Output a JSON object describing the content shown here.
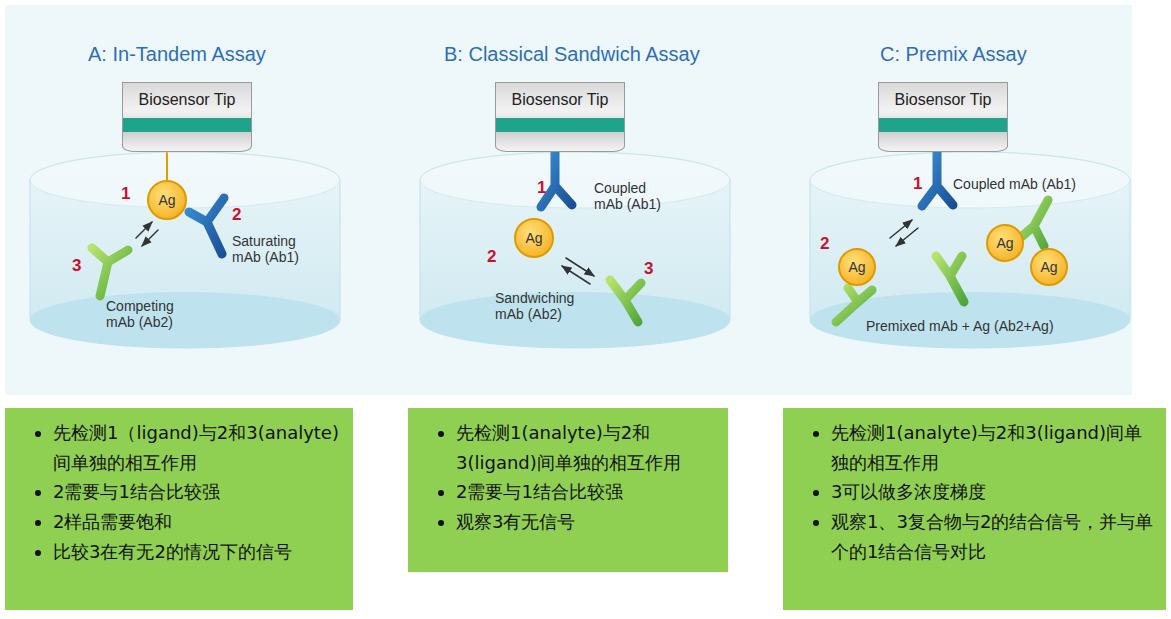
{
  "diagram": {
    "nodes": [
      {
        "text": [
          "Biosensor Tip"
        ]
      },
      {
        "text": [
          "Ag"
        ]
      },
      {
        "text": [
          "Biosensor Tip"
        ]
      },
      {
        "text": [
          "Ag"
        ]
      },
      {
        "text": [
          "Biosensor Tip"
        ]
      },
      {
        "text": [
          "Ag"
        ]
      },
      {
        "text": [
          "Ag"
        ]
      },
      {
        "text": [
          "Ag"
        ]
      },
      {
        "text": [
          "先检测1（ligand)与2和3(analyte)间单独的相互作用",
          "2需要与1结合比较强",
          "2样品需要饱和",
          "比较3在有无2的情况下的信号"
        ]
      },
      {
        "text": [
          "先检测1(analyte)与2和3(ligand)间单独的相互作用",
          "2需要与1结合比较强",
          "观察3有无信号"
        ]
      },
      {
        "text": [
          "先检测1(analyte)与2和3(ligand)间单独的相互作用",
          "3可以做多浓度梯度",
          "观察1、3复合物与2的结合信号，并与单个的1结合信号对比"
        ]
      }
    ],
    "labels": [
      "A: In-Tandem Assay",
      "B: Classical Sandwich Assay",
      "C: Premix Assay",
      "1",
      "2",
      "3",
      "Saturating mAb (Ab1)",
      "Competing mAb (Ab2)",
      "1",
      "2",
      "3",
      "Coupled mAb (Ab1)",
      "Sandwiching mAb (Ab2)",
      "1",
      "2",
      "Coupled mAb (Ab1)",
      "Premixed mAb + Ag (Ab2+Ag)"
    ]
  }
}
